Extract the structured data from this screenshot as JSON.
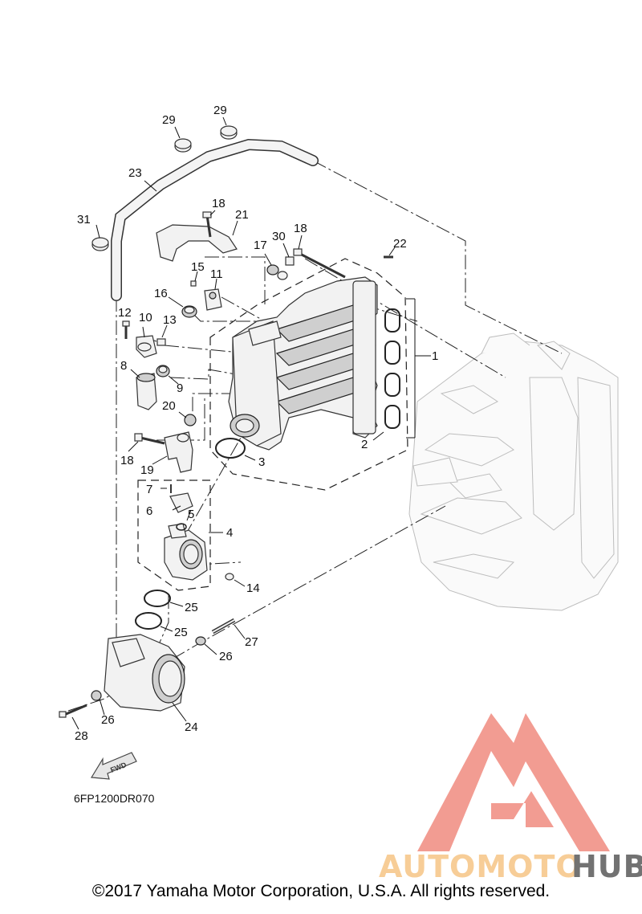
{
  "diagram": {
    "part_labels": {
      "p1": "1",
      "p2": "2",
      "p3": "3",
      "p4": "4",
      "p5": "5",
      "p6": "6",
      "p7": "7",
      "p8": "8",
      "p9": "9",
      "p10": "10",
      "p11": "11",
      "p12": "12",
      "p13": "13",
      "p14": "14",
      "p15": "15",
      "p16": "16",
      "p17": "17",
      "p18a": "18",
      "p18b": "18",
      "p18c": "18",
      "p19": "19",
      "p20": "20",
      "p21": "21",
      "p22": "22",
      "p23": "23",
      "p24": "24",
      "p25a": "25",
      "p25b": "25",
      "p26a": "26",
      "p26b": "26",
      "p27": "27",
      "p28": "28",
      "p29a": "29",
      "p29b": "29",
      "p30": "30",
      "p31": "31"
    },
    "diagram_code": "6FP1200DR070",
    "fwd_arrow_text": "FWD"
  },
  "watermark": {
    "brand_part1": "AUTOMOTO",
    "brand_part2": "HUB",
    "colors": {
      "logo": "#f08b80",
      "part1": "#f6c585",
      "part2": "#5a5a5a"
    }
  },
  "footer": {
    "copyright": "©2017 Yamaha Motor Corporation, U.S.A. All rights reserved."
  }
}
